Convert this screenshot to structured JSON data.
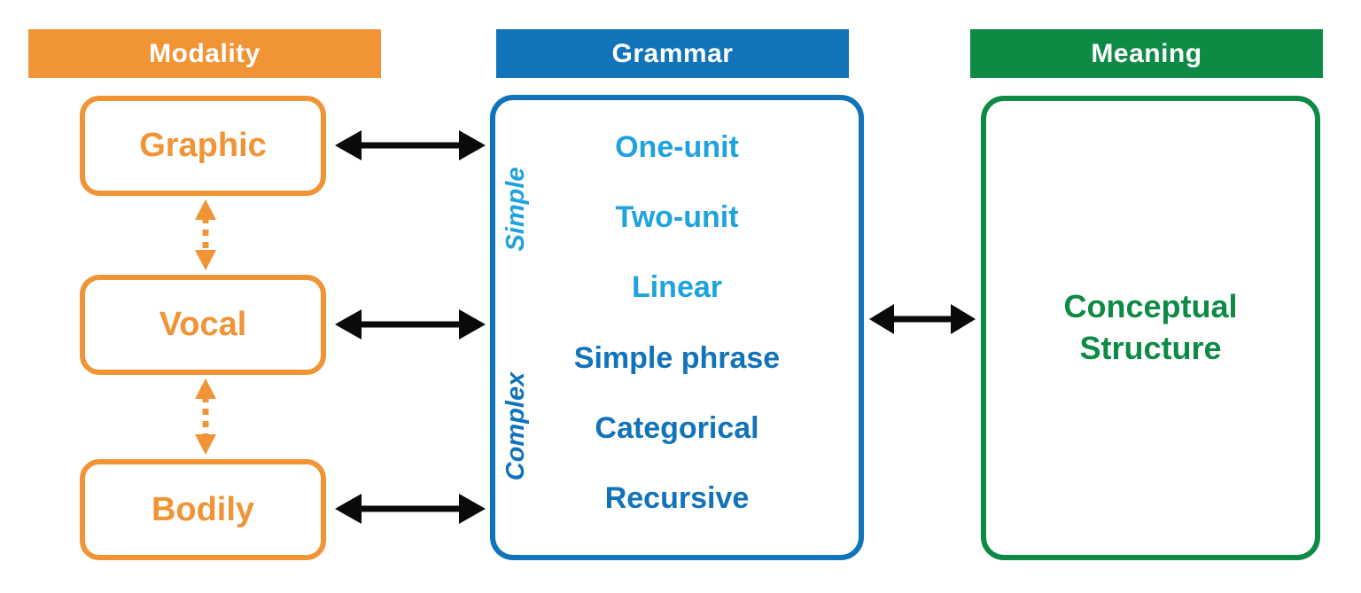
{
  "palette": {
    "orange": "#F09436",
    "blue_dark": "#1173B9",
    "blue_light": "#1FA3DE",
    "green": "#0D8A44",
    "arrow_black": "#0A0A0A",
    "header_text": "#FFFFFF"
  },
  "columns": {
    "modality": {
      "header": "Modality",
      "boxes": [
        {
          "label": "Graphic"
        },
        {
          "label": "Vocal"
        },
        {
          "label": "Bodily"
        }
      ]
    },
    "grammar": {
      "header": "Grammar",
      "side_labels": {
        "simple": "Simple",
        "complex": "Complex"
      },
      "items": [
        {
          "label": "One-unit",
          "level": "simple"
        },
        {
          "label": "Two-unit",
          "level": "simple"
        },
        {
          "label": "Linear",
          "level": "simple"
        },
        {
          "label": "Simple phrase",
          "level": "complex"
        },
        {
          "label": "Categorical",
          "level": "complex"
        },
        {
          "label": "Recursive",
          "level": "complex"
        }
      ]
    },
    "meaning": {
      "header": "Meaning",
      "box_label": "Conceptual Structure"
    }
  },
  "connections": [
    {
      "from": "Graphic",
      "to": "Grammar",
      "style": "solid-double-arrow"
    },
    {
      "from": "Vocal",
      "to": "Grammar",
      "style": "solid-double-arrow"
    },
    {
      "from": "Bodily",
      "to": "Grammar",
      "style": "solid-double-arrow"
    },
    {
      "from": "Grammar",
      "to": "Meaning",
      "style": "solid-double-arrow"
    },
    {
      "from": "Graphic",
      "to": "Vocal",
      "style": "dotted-double-arrow"
    },
    {
      "from": "Vocal",
      "to": "Bodily",
      "style": "dotted-double-arrow"
    }
  ]
}
